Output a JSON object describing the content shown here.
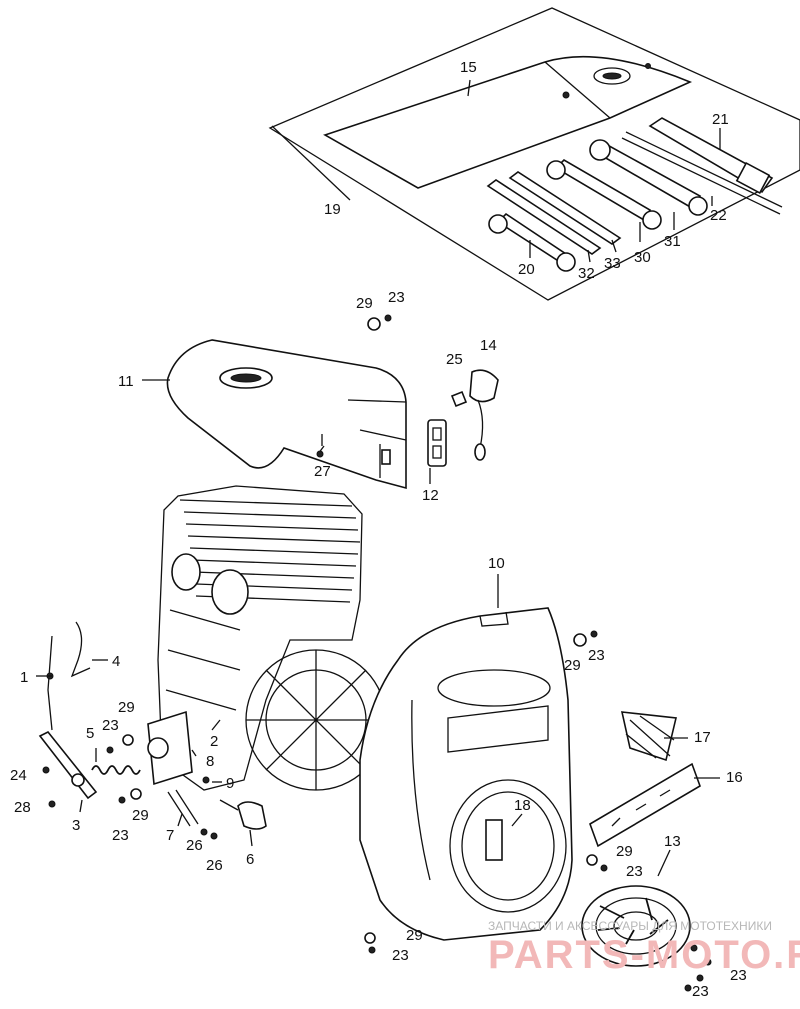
{
  "diagram": {
    "callouts": [
      {
        "id": "c1",
        "text": "1"
      },
      {
        "id": "c2",
        "text": "2"
      },
      {
        "id": "c3",
        "text": "3"
      },
      {
        "id": "c4",
        "text": "4"
      },
      {
        "id": "c5",
        "text": "5"
      },
      {
        "id": "c6",
        "text": "6"
      },
      {
        "id": "c7",
        "text": "7"
      },
      {
        "id": "c8",
        "text": "8"
      },
      {
        "id": "c9",
        "text": "9"
      },
      {
        "id": "c10",
        "text": "10"
      },
      {
        "id": "c11",
        "text": "11"
      },
      {
        "id": "c12",
        "text": "12"
      },
      {
        "id": "c13",
        "text": "13"
      },
      {
        "id": "c14",
        "text": "14"
      },
      {
        "id": "c15",
        "text": "15"
      },
      {
        "id": "c16",
        "text": "16"
      },
      {
        "id": "c17",
        "text": "17"
      },
      {
        "id": "c18",
        "text": "18"
      },
      {
        "id": "c19",
        "text": "19"
      },
      {
        "id": "c20",
        "text": "20"
      },
      {
        "id": "c21",
        "text": "21"
      },
      {
        "id": "c22",
        "text": "22"
      },
      {
        "id": "c23a",
        "text": "23"
      },
      {
        "id": "c23b",
        "text": "23"
      },
      {
        "id": "c23c",
        "text": "23"
      },
      {
        "id": "c23d",
        "text": "23"
      },
      {
        "id": "c23e",
        "text": "23"
      },
      {
        "id": "c23f",
        "text": "23"
      },
      {
        "id": "c23g",
        "text": "23"
      },
      {
        "id": "c23h",
        "text": "23"
      },
      {
        "id": "c24",
        "text": "24"
      },
      {
        "id": "c25",
        "text": "25"
      },
      {
        "id": "c26a",
        "text": "26"
      },
      {
        "id": "c26b",
        "text": "26"
      },
      {
        "id": "c27",
        "text": "27"
      },
      {
        "id": "c28",
        "text": "28"
      },
      {
        "id": "c29a",
        "text": "29"
      },
      {
        "id": "c29b",
        "text": "29"
      },
      {
        "id": "c29c",
        "text": "29"
      },
      {
        "id": "c29d",
        "text": "29"
      },
      {
        "id": "c29e",
        "text": "29"
      },
      {
        "id": "c29f",
        "text": "29"
      },
      {
        "id": "c30",
        "text": "30"
      },
      {
        "id": "c31",
        "text": "31"
      },
      {
        "id": "c32",
        "text": "32"
      },
      {
        "id": "c33",
        "text": "33"
      }
    ]
  },
  "watermark": {
    "line1": "ЗАПЧАСТИ И АКСЕССУАРЫ ДЛЯ МОТОТЕХНИКИ",
    "line2": "PARTS-MOTO.RU"
  }
}
